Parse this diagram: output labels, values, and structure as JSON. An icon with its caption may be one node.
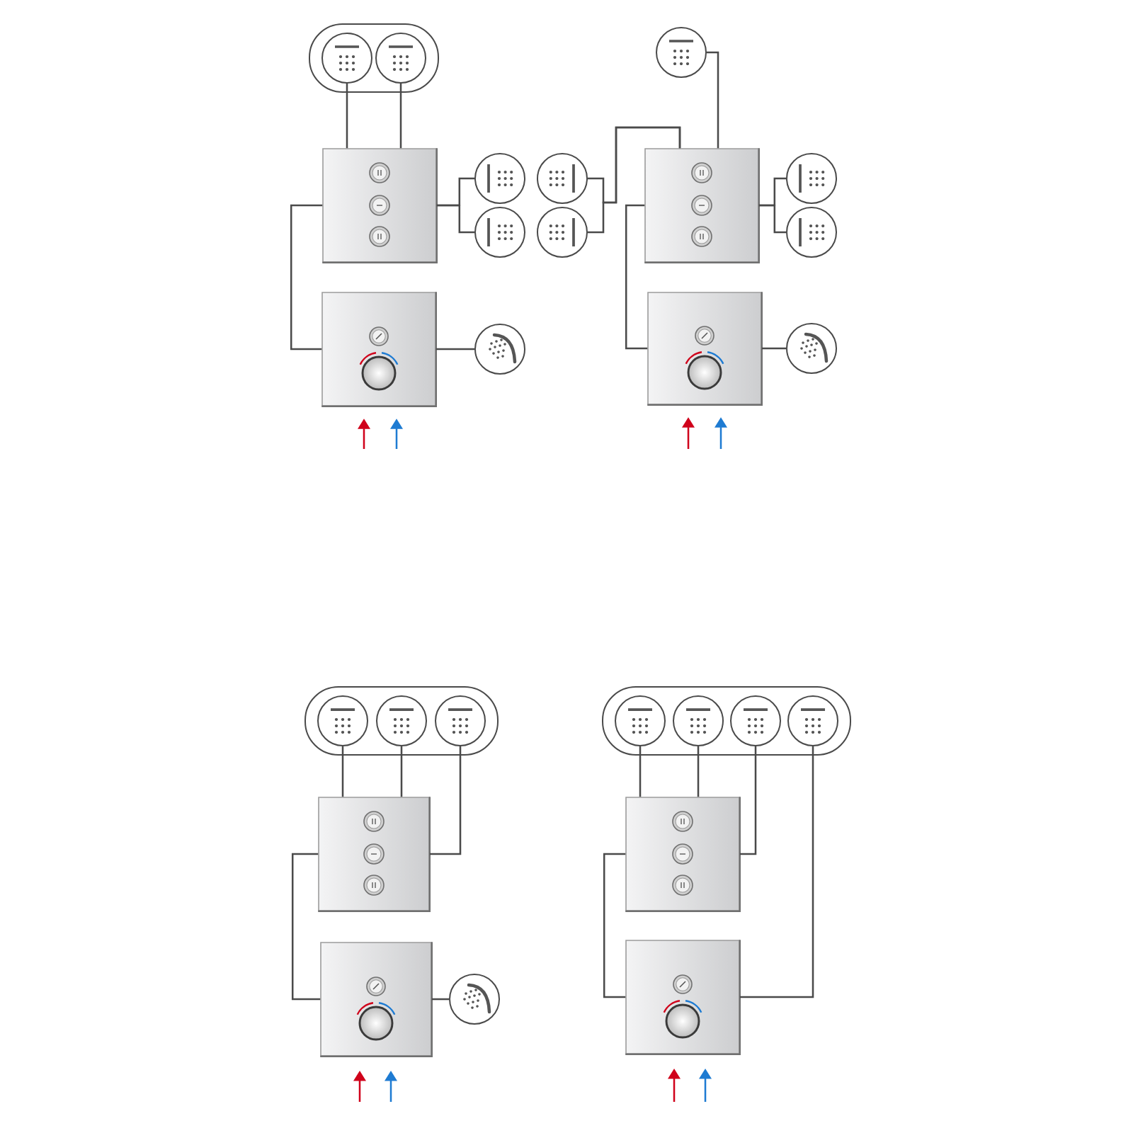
{
  "diagram": {
    "nodes": [
      {
        "text": [],
        "shape": "box"
      },
      {
        "text": [],
        "shape": "circle",
        "in": 0
      },
      {
        "text": [],
        "shape": "circle",
        "in": 0
      },
      {
        "text": [],
        "shape": "picture"
      },
      {
        "text": [],
        "shape": "circle"
      },
      {
        "text": [],
        "shape": "circle"
      },
      {
        "text": [],
        "shape": "picture"
      },
      {
        "text": [],
        "shape": "circle"
      },
      {
        "text": [],
        "shape": "circle"
      },
      {
        "text": [],
        "shape": "circle"
      },
      {
        "text": [],
        "shape": "circle"
      },
      {
        "text": [],
        "shape": "picture"
      },
      {
        "text": [],
        "shape": "circle"
      },
      {
        "text": [],
        "shape": "circle"
      },
      {
        "text": [],
        "shape": "picture"
      },
      {
        "text": [],
        "shape": "circle"
      },
      {
        "text": [],
        "shape": "box"
      },
      {
        "text": [],
        "shape": "circle",
        "in": 16
      },
      {
        "text": [],
        "shape": "circle",
        "in": 16
      },
      {
        "text": [],
        "shape": "circle",
        "in": 16
      },
      {
        "text": [],
        "shape": "picture"
      },
      {
        "text": [],
        "shape": "picture"
      },
      {
        "text": [],
        "shape": "circle"
      },
      {
        "text": [],
        "shape": "box"
      },
      {
        "text": [],
        "shape": "circle",
        "in": 23
      },
      {
        "text": [],
        "shape": "circle",
        "in": 23
      },
      {
        "text": [],
        "shape": "circle",
        "in": 23
      },
      {
        "text": [],
        "shape": "circle",
        "in": 23
      },
      {
        "text": [],
        "shape": "picture"
      },
      {
        "text": [],
        "shape": "picture"
      }
    ],
    "edges": [
      {
        "from": 1,
        "to": 3,
        "arrow": "none"
      },
      {
        "from": 2,
        "to": 3,
        "arrow": "none"
      },
      {
        "from": 3,
        "to": 4,
        "arrow": "none"
      },
      {
        "from": 3,
        "to": 5,
        "arrow": "none"
      },
      {
        "from": 3,
        "to": 6,
        "arrow": "none"
      },
      {
        "from": 6,
        "to": 7,
        "arrow": "none"
      },
      {
        "from": null,
        "to": 6,
        "arrow": "to",
        "color": "#d0021b"
      },
      {
        "from": null,
        "to": 6,
        "arrow": "to",
        "color": "#1e7bd2"
      },
      {
        "from": 8,
        "to": 11,
        "arrow": "none"
      },
      {
        "from": 9,
        "to": 11,
        "arrow": "none"
      },
      {
        "from": 10,
        "to": 11,
        "arrow": "none"
      },
      {
        "from": 11,
        "to": 12,
        "arrow": "none"
      },
      {
        "from": 11,
        "to": 13,
        "arrow": "none"
      },
      {
        "from": 11,
        "to": 14,
        "arrow": "none"
      },
      {
        "from": 14,
        "to": 15,
        "arrow": "none"
      },
      {
        "from": null,
        "to": 14,
        "arrow": "to",
        "color": "#d0021b"
      },
      {
        "from": null,
        "to": 14,
        "arrow": "to",
        "color": "#1e7bd2"
      },
      {
        "from": 17,
        "to": 20,
        "arrow": "none"
      },
      {
        "from": 18,
        "to": 20,
        "arrow": "none"
      },
      {
        "from": 19,
        "to": 20,
        "arrow": "none"
      },
      {
        "from": 20,
        "to": 21,
        "arrow": "none"
      },
      {
        "from": 21,
        "to": 22,
        "arrow": "none"
      },
      {
        "from": null,
        "to": 21,
        "arrow": "to",
        "color": "#d0021b"
      },
      {
        "from": null,
        "to": 21,
        "arrow": "to",
        "color": "#1e7bd2"
      },
      {
        "from": 24,
        "to": 28,
        "arrow": "none"
      },
      {
        "from": 25,
        "to": 28,
        "arrow": "none"
      },
      {
        "from": 26,
        "to": 28,
        "arrow": "none"
      },
      {
        "from": 27,
        "to": 29,
        "arrow": "none"
      },
      {
        "from": 28,
        "to": 29,
        "arrow": "none"
      },
      {
        "from": null,
        "to": 29,
        "arrow": "to",
        "color": "#d0021b"
      },
      {
        "from": null,
        "to": 29,
        "arrow": "to",
        "color": "#1e7bd2"
      }
    ]
  }
}
